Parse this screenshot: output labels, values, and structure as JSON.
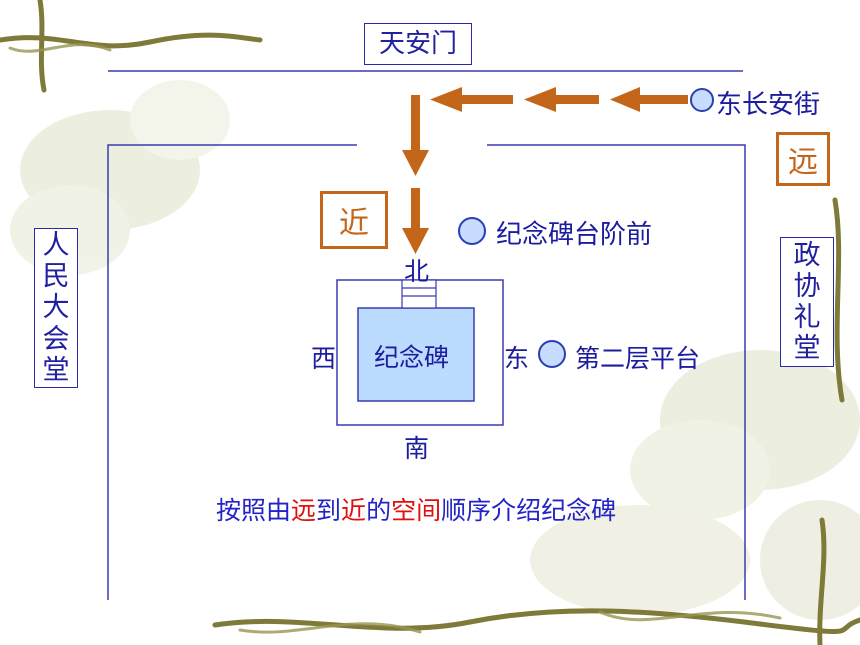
{
  "labels": {
    "tiananmen": "天安门",
    "dongchanganjie": "东长安街",
    "far": "远",
    "near": "近",
    "left_hall": [
      "人",
      "民",
      "大",
      "会",
      "堂"
    ],
    "right_hall": [
      "政",
      "协",
      "礼",
      "堂"
    ],
    "platform_front": "纪念碑台阶前",
    "north": "北",
    "south": "南",
    "west": "西",
    "east": "东",
    "monument": "纪念碑",
    "second_platform": "第二层平台"
  },
  "caption": {
    "p1": "按照由",
    "p2": "远",
    "p3": "到",
    "p4": "近",
    "p5": "的",
    "p6": "空间",
    "p7": "顺序介绍纪念碑"
  },
  "colors": {
    "arrow": "#c4661a",
    "text": "#1c1ca0",
    "highlight": "#e01010",
    "monument_fill": "#bcdcff"
  }
}
